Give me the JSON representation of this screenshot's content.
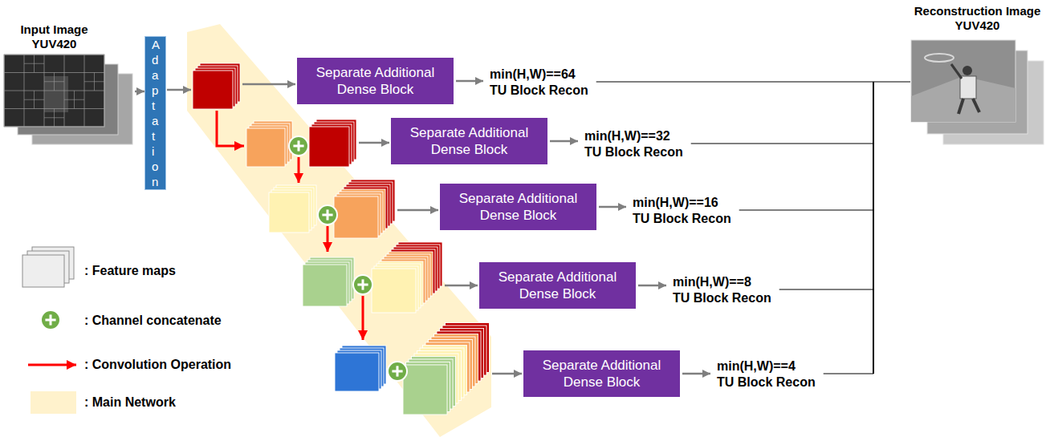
{
  "diagram": {
    "nodes": [
      {
        "text": [
          "Input Image YUV420"
        ]
      },
      {
        "text": [
          "Adaptation"
        ]
      },
      {
        "text": [
          "Separate Additional Dense Block"
        ]
      },
      {
        "text": [
          "Separate Additional Dense Block"
        ]
      },
      {
        "text": [
          "Separate Additional Dense Block"
        ]
      },
      {
        "text": [
          "Separate Additional Dense Block"
        ]
      },
      {
        "text": [
          "Separate Additional Dense Block"
        ]
      },
      {
        "text": [
          "Reconstruction Image YUV420"
        ]
      }
    ],
    "edges": [
      {
        "from": 0,
        "to": 1,
        "arrow": "to"
      }
    ],
    "labels": [
      "min(H,W)==64",
      "TU Block Recon",
      "min(H,W)==32",
      "TU Block Recon",
      "min(H,W)==16",
      "TU Block Recon",
      "min(H,W)==8",
      "TU Block Recon",
      "min(H,W)==4",
      "TU Block Recon"
    ],
    "legend": [
      {
        "text": ": Feature maps"
      },
      {
        "text": ": Channel concatenate"
      },
      {
        "text": ": Convolution Operation"
      },
      {
        "text": ": Main Network",
        "color": "#fff2cc"
      }
    ]
  }
}
